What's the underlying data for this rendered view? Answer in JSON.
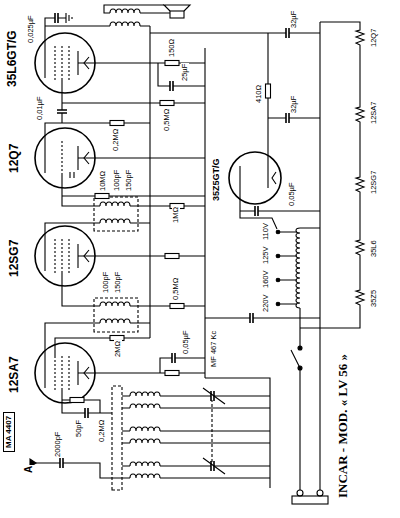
{
  "diagram": {
    "title": "INCAR - MOD. « LV 56 »",
    "nodes": [
      {
        "text": [
          "MA 4407"
        ]
      }
    ],
    "labels": [
      "35L6GT/G",
      "0,025µF",
      "150Ω",
      "25µF",
      "0,01µF",
      "12Q7",
      "0,2MΩ",
      "0,5MΩ",
      "10MΩ",
      "100pF",
      "150pF",
      "1MΩ",
      "12SG7",
      "100pF",
      "150pF",
      "0,5MΩ",
      "12SA7",
      "2MΩ",
      "0,05µF",
      "MF 467 Kc",
      "0,2MΩ",
      "50pF",
      "2000pF",
      "A",
      "35Z5GT/G",
      "410Ω",
      "32µF",
      "32µF",
      "0,05µF",
      "220V",
      "160V",
      "125V",
      "110V",
      "35Z5",
      "35L6",
      "12SG7",
      "12SA7",
      "12Q7"
    ]
  }
}
